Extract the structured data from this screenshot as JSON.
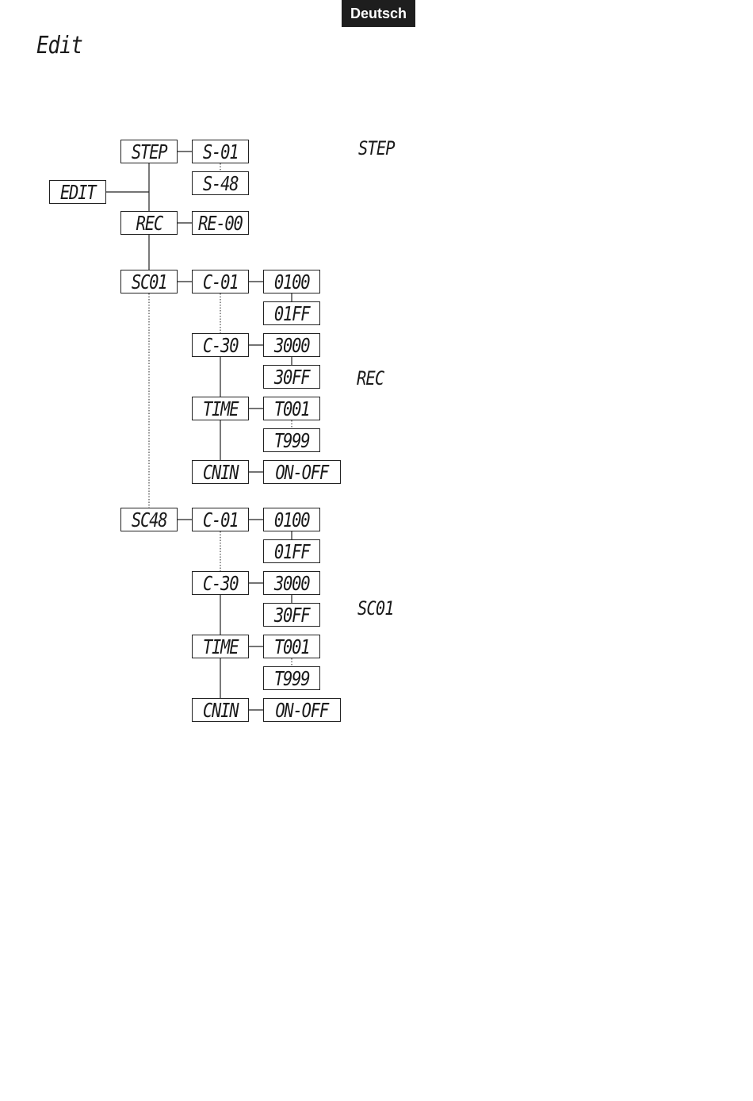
{
  "header": {
    "language_tab": "Deutsch"
  },
  "page": {
    "title": "Edit"
  },
  "side_labels": {
    "step": "STEP",
    "rec": "REC",
    "sc01": "SC01"
  },
  "diagram": {
    "root": "EDIT",
    "step": {
      "label": "STEP",
      "first": "S-01",
      "last": "S-48"
    },
    "rec": {
      "label": "REC",
      "value": "RE-00"
    },
    "scenes": [
      {
        "label": "SC01",
        "channels": [
          {
            "label": "C-01",
            "first": "0100",
            "last": "01FF"
          },
          {
            "label": "C-30",
            "first": "3000",
            "last": "30FF"
          }
        ],
        "time": {
          "label": "TIME",
          "first": "T001",
          "last": "T999"
        },
        "cnin": {
          "label": "CNIN",
          "value": "ON-OFF"
        }
      },
      {
        "label": "SC48",
        "channels": [
          {
            "label": "C-01",
            "first": "0100",
            "last": "01FF"
          },
          {
            "label": "C-30",
            "first": "3000",
            "last": "30FF"
          }
        ],
        "time": {
          "label": "TIME",
          "first": "T001",
          "last": "T999"
        },
        "cnin": {
          "label": "CNIN",
          "value": "ON-OFF"
        }
      }
    ]
  },
  "colors": {
    "line": "#222222",
    "tab_bg": "#1e1e1e",
    "tab_text": "#ffffff"
  }
}
